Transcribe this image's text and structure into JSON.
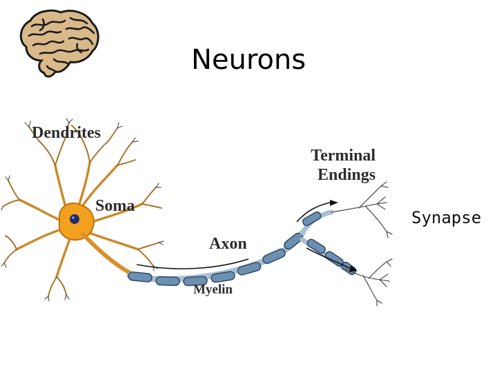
{
  "slide": {
    "title": "Neurons"
  },
  "labels": {
    "dendrites": "Dendrites",
    "soma": "Soma",
    "axon": "Axon",
    "myelin": "Myelin",
    "terminal_line1": "Terminal",
    "terminal_line2": "Endings",
    "synapse": "Synapse"
  },
  "icons": {
    "brain": "brain-icon"
  },
  "colors": {
    "soma": "#f2a01e",
    "dendrite": "#c98a2a",
    "myelin": "#6d8fb0",
    "axon": "#a9bfd6",
    "outline": "#3a3a3a"
  }
}
